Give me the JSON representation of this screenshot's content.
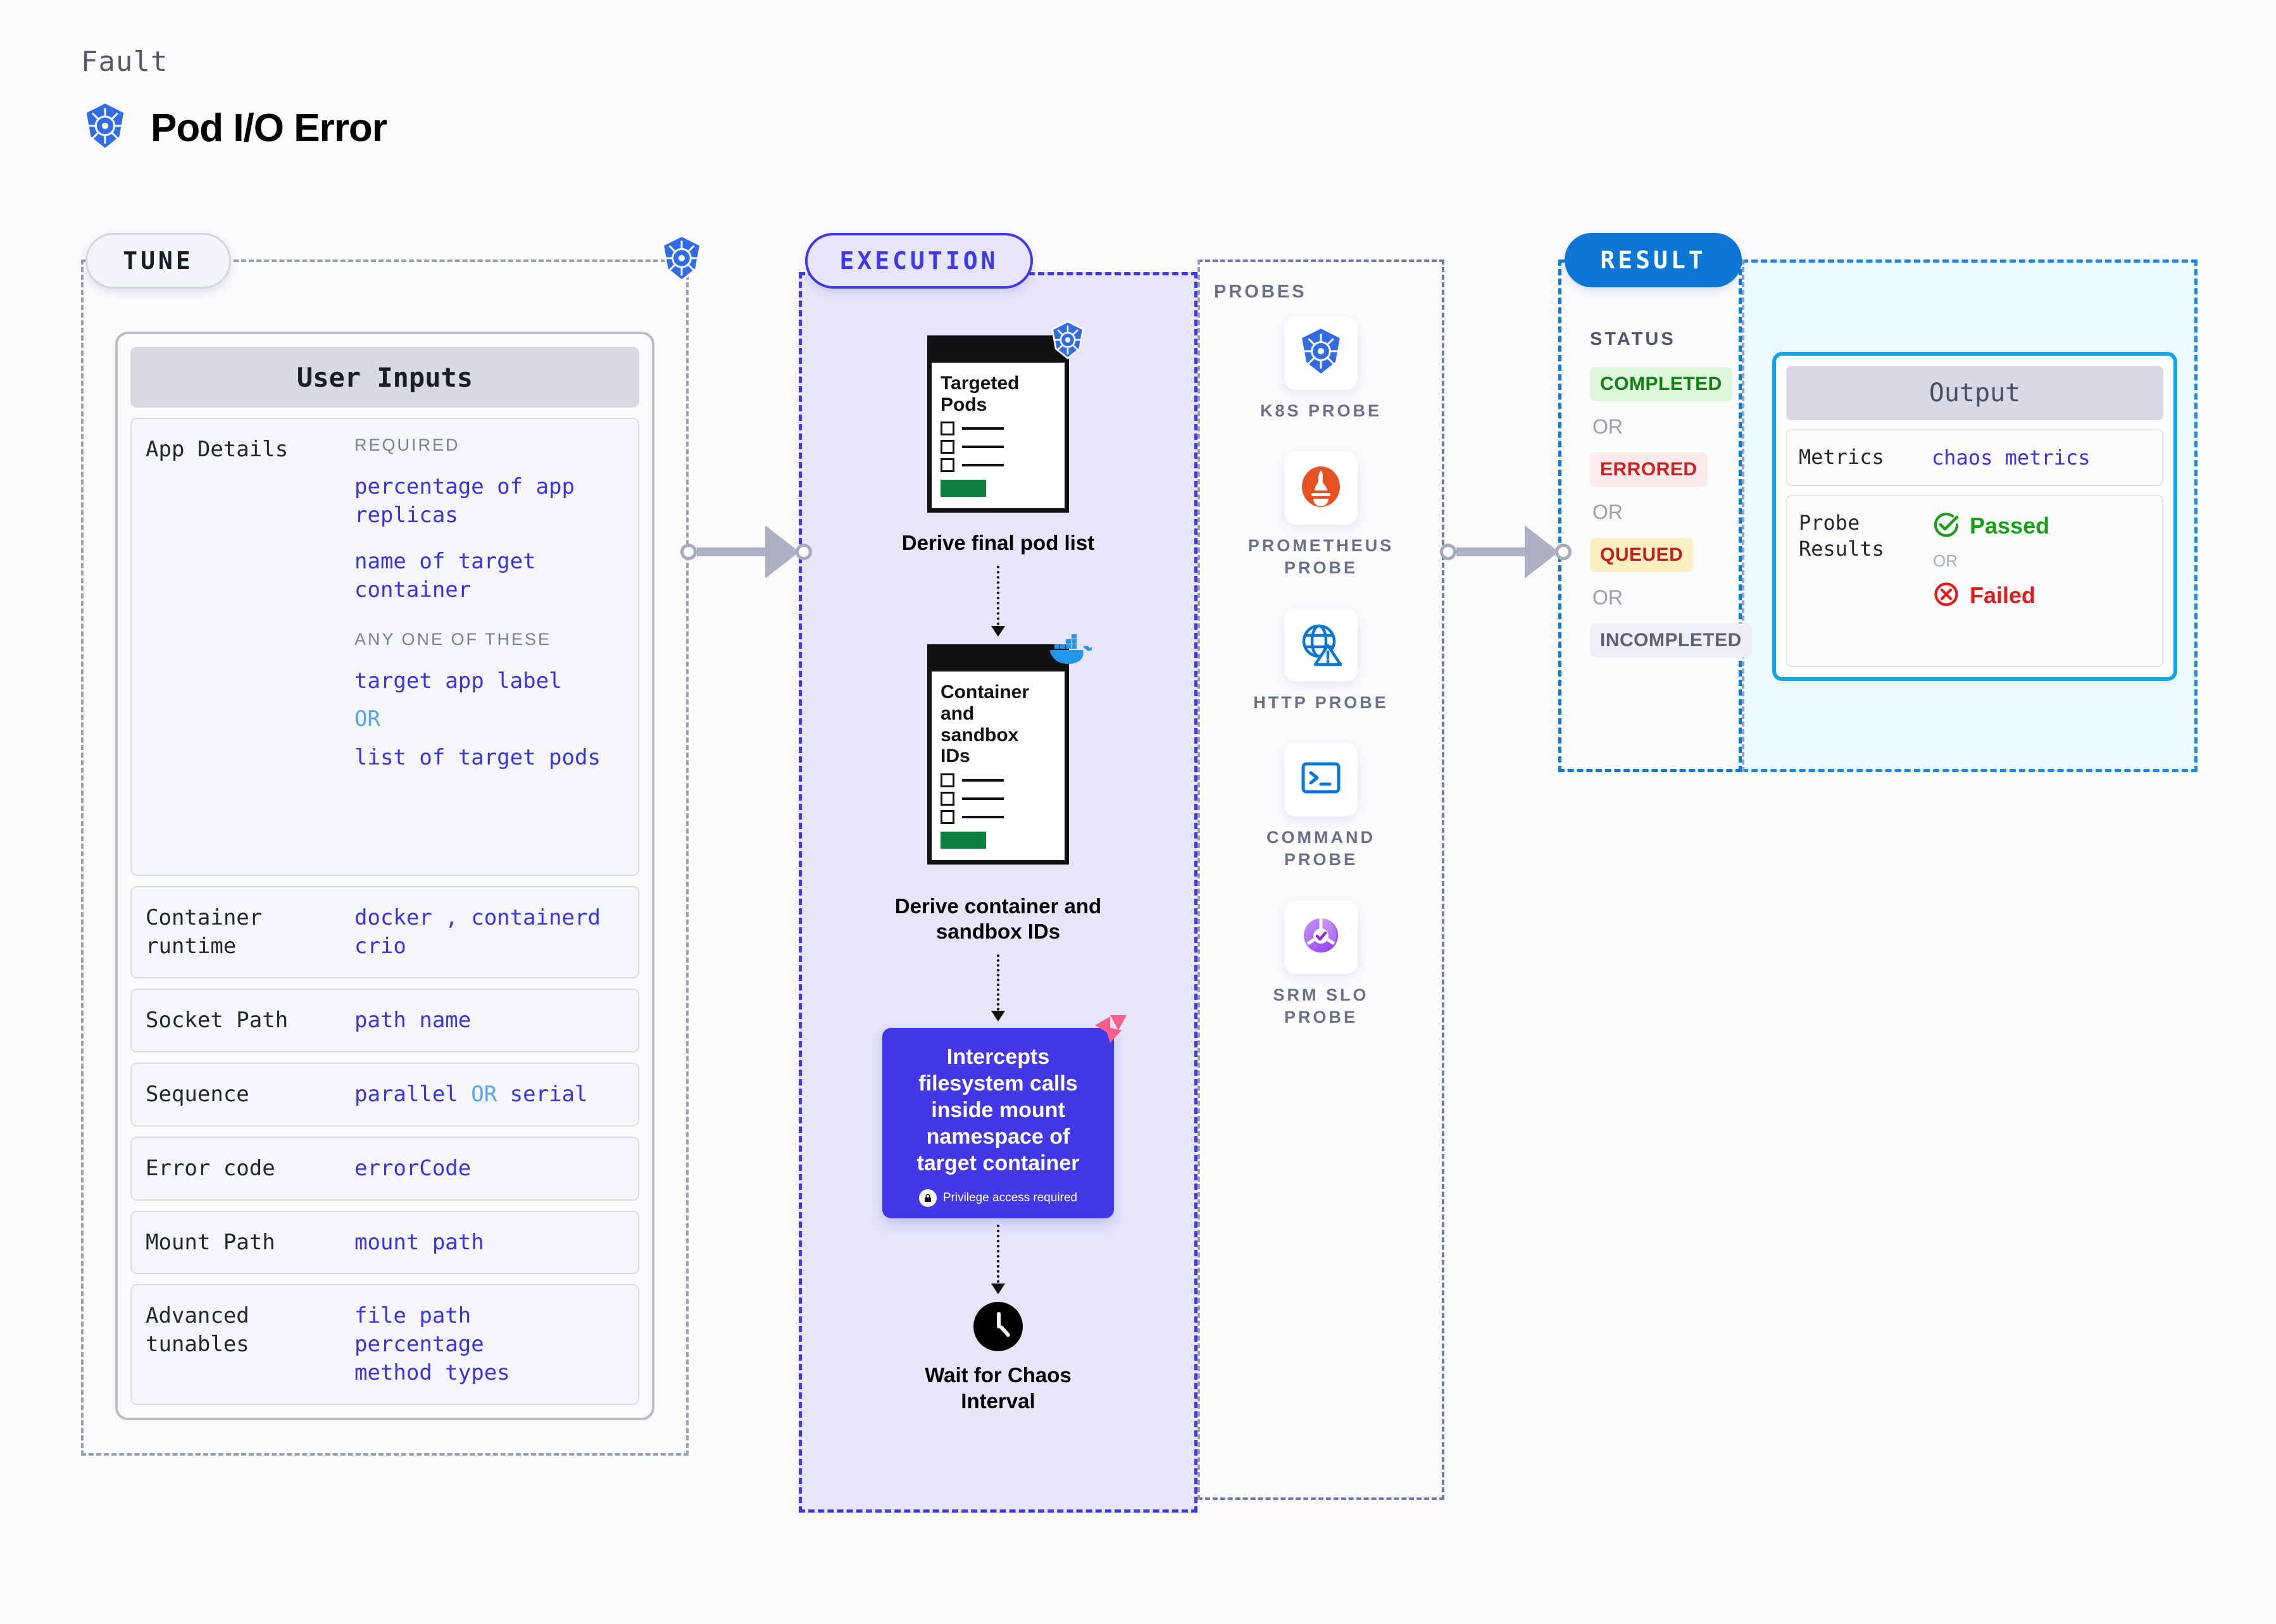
{
  "header": {
    "kicker": "Fault",
    "title": "Pod I/O Error",
    "icon": "kubernetes-icon"
  },
  "stages": {
    "tune": "TUNE",
    "execution": "EXECUTION",
    "result": "RESULT"
  },
  "tune": {
    "card_title": "User Inputs",
    "fields": [
      {
        "label": "App Details",
        "groups": [
          {
            "caption": "REQUIRED",
            "values": [
              "percentage of app replicas",
              "name of target container"
            ]
          },
          {
            "caption": "ANY ONE OF THESE",
            "values": [
              "target app label",
              "OR",
              "list of target pods"
            ]
          }
        ]
      },
      {
        "label": "Container runtime",
        "values": [
          "docker , containerd",
          "crio"
        ]
      },
      {
        "label": "Socket Path",
        "values": [
          "path name"
        ]
      },
      {
        "label": "Sequence",
        "values": [
          "parallel OR serial"
        ]
      },
      {
        "label": "Error code",
        "values": [
          "errorCode"
        ]
      },
      {
        "label": "Mount Path",
        "values": [
          "mount path"
        ]
      },
      {
        "label": "Advanced tunables",
        "values": [
          "file path",
          "percentage",
          "method types"
        ]
      }
    ],
    "f1_required_caption": "REQUIRED",
    "f1_v1": "percentage of app",
    "f1_v1b": "replicas",
    "f1_v2": "name of target",
    "f1_v2b": "container",
    "f1_anyone_caption": "ANY ONE OF THESE",
    "f1_v3": "target app label",
    "f1_or": "OR",
    "f1_v4": "list of target pods",
    "f2_label_a": "Container",
    "f2_label_b": "runtime",
    "f2_v1": "docker , containerd",
    "f2_v2": "crio",
    "f3_label": "Socket Path",
    "f3_v1": "path name",
    "f4_label": "Sequence",
    "f4_v1a": "parallel ",
    "f4_or": "OR",
    "f4_v1b": " serial",
    "f5_label": "Error code",
    "f5_v1": "errorCode",
    "f6_label": "Mount Path",
    "f6_v1": "mount path",
    "f7_label_a": "Advanced",
    "f7_label_b": "tunables",
    "f7_v1": "file path",
    "f7_v2": "percentage",
    "f7_v3": "method types"
  },
  "execution": {
    "step1": {
      "card_title_line1": "Targeted",
      "card_title_line2": "Pods",
      "badge_icon": "kubernetes-icon",
      "label": "Derive final pod list"
    },
    "step2": {
      "card_title_line1": "Container",
      "card_title_line2": "and",
      "card_title_line3": "sandbox",
      "card_title_line4": "IDs",
      "badge_icon": "docker-icon",
      "label_line1": "Derive container and",
      "label_line2": "sandbox IDs"
    },
    "step3": {
      "text": "Intercepts filesystem calls inside mount namespace of target container",
      "privilege_note": "Privilege access required",
      "corner_icon": "litmuschaos-icon",
      "lock_icon": "lock-icon",
      "bg_color": "#4338e8"
    },
    "step4": {
      "icon": "clock-icon",
      "label_line1": "Wait for Chaos",
      "label_line2": "Interval"
    }
  },
  "probes": {
    "title": "PROBES",
    "items": [
      {
        "name_line1": "K8S PROBE",
        "name_line2": "",
        "icon": "kubernetes-icon"
      },
      {
        "name_line1": "PROMETHEUS",
        "name_line2": "PROBE",
        "icon": "prometheus-icon"
      },
      {
        "name_line1": "HTTP PROBE",
        "name_line2": "",
        "icon": "globe-warning-icon"
      },
      {
        "name_line1": "COMMAND",
        "name_line2": "PROBE",
        "icon": "terminal-icon"
      },
      {
        "name_line1": "SRM SLO",
        "name_line2": "PROBE",
        "icon": "srm-slo-icon"
      }
    ]
  },
  "result": {
    "status_title": "STATUS",
    "or_label": "OR",
    "statuses": [
      {
        "label": "COMPLETED",
        "color": "#128112",
        "bg": "#ddf7dd"
      },
      {
        "label": "ERRORED",
        "color": "#cc2222",
        "bg": "#fdeaea"
      },
      {
        "label": "QUEUED",
        "color": "#c12020",
        "bg": "#fdefc4"
      },
      {
        "label": "INCOMPLETED",
        "color": "#5d6277",
        "bg": "#eef0f6"
      }
    ],
    "s0": "COMPLETED",
    "s1": "ERRORED",
    "s2": "QUEUED",
    "s3": "INCOMPLETED"
  },
  "output": {
    "title": "Output",
    "metrics_label": "Metrics",
    "metrics_value": "chaos metrics",
    "probe_results_label_a": "Probe",
    "probe_results_label_b": "Results",
    "passed": "Passed",
    "failed": "Failed",
    "or_label": "OR"
  },
  "colors": {
    "accent_purple": "#4338e8",
    "accent_blue": "#0b76d4",
    "accent_cyan": "#12a6e8",
    "mono_value": "#3a33e0"
  }
}
